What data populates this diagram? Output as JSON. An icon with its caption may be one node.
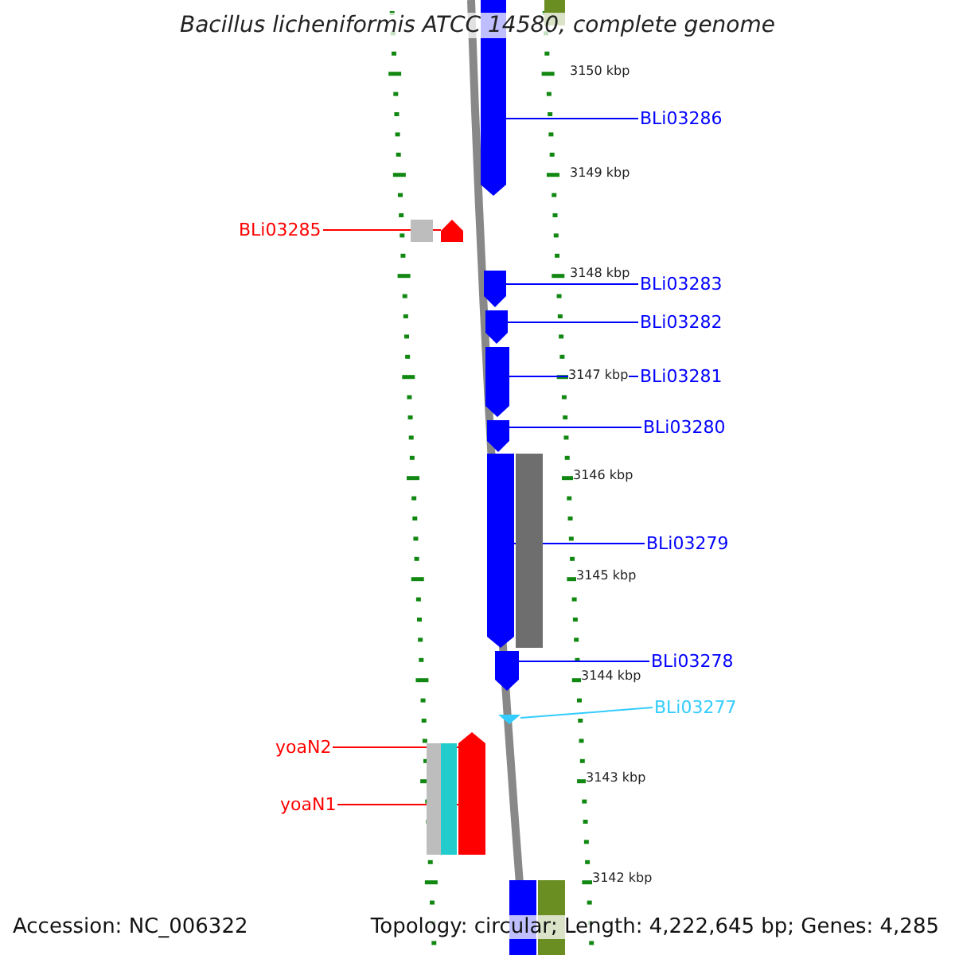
{
  "diagram": {
    "title": "Bacillus licheniformis ATCC 14580, complete genome",
    "nodes": [
      {
        "text": [],
        "shape": "bar"
      },
      {
        "text": [],
        "shape": "bar"
      },
      {
        "text": [
          "BLi03286"
        ]
      },
      {
        "text": [
          "BLi03285"
        ]
      },
      {
        "text": [],
        "shape": "bar"
      },
      {
        "text": [],
        "shape": "bar"
      },
      {
        "text": [
          "BLi03283"
        ]
      },
      {
        "text": [],
        "shape": "bar"
      },
      {
        "text": [
          "BLi03282"
        ]
      },
      {
        "text": [],
        "shape": "bar"
      },
      {
        "text": [
          "BLi03281"
        ]
      },
      {
        "text": [],
        "shape": "bar"
      },
      {
        "text": [
          "BLi03280"
        ]
      },
      {
        "text": [],
        "shape": "bar"
      },
      {
        "text": [],
        "shape": "bar"
      },
      {
        "text": [
          "BLi03279"
        ]
      },
      {
        "text": [],
        "shape": "bar"
      },
      {
        "text": [
          "BLi03278"
        ]
      },
      {
        "text": [],
        "shape": "bar"
      },
      {
        "text": [
          "BLi03277"
        ]
      },
      {
        "text": [],
        "shape": "bar"
      },
      {
        "text": [
          "yoaN2"
        ]
      },
      {
        "text": [],
        "shape": "bar"
      },
      {
        "text": [],
        "shape": "bar"
      },
      {
        "text": [],
        "shape": "bar"
      },
      {
        "text": [
          "yoaN1"
        ]
      },
      {
        "text": [],
        "shape": "bar"
      },
      {
        "text": [],
        "shape": "bar"
      }
    ],
    "edges": [
      {
        "from": 2,
        "to": 0,
        "arrow": "none"
      },
      {
        "from": 3,
        "to": 5,
        "arrow": "none",
        "color": "#ff0000"
      },
      {
        "from": 6,
        "to": 7,
        "arrow": "none"
      },
      {
        "from": 8,
        "to": 9,
        "arrow": "none"
      },
      {
        "from": 10,
        "to": 11,
        "arrow": "none"
      },
      {
        "from": 12,
        "to": 13,
        "arrow": "none"
      },
      {
        "from": 15,
        "to": 16,
        "arrow": "none"
      },
      {
        "from": 17,
        "to": 18,
        "arrow": "none"
      },
      {
        "from": 19,
        "to": 20,
        "arrow": "none",
        "color": "#33ccff"
      },
      {
        "from": 21,
        "to": 24,
        "arrow": "none",
        "color": "#ff0000"
      },
      {
        "from": 25,
        "to": 24,
        "arrow": "none",
        "color": "#ff0000"
      }
    ],
    "labels": [
      "3150 kbp",
      "3149 kbp",
      "3148 kbp",
      "3147 kbp",
      "3146 kbp",
      "3145 kbp",
      "3144 kbp",
      "3143 kbp",
      "3142 kbp",
      "Accession: NC_006322",
      "Topology: circular; Length: 4,222,645 bp; Genes: 4,285"
    ]
  }
}
